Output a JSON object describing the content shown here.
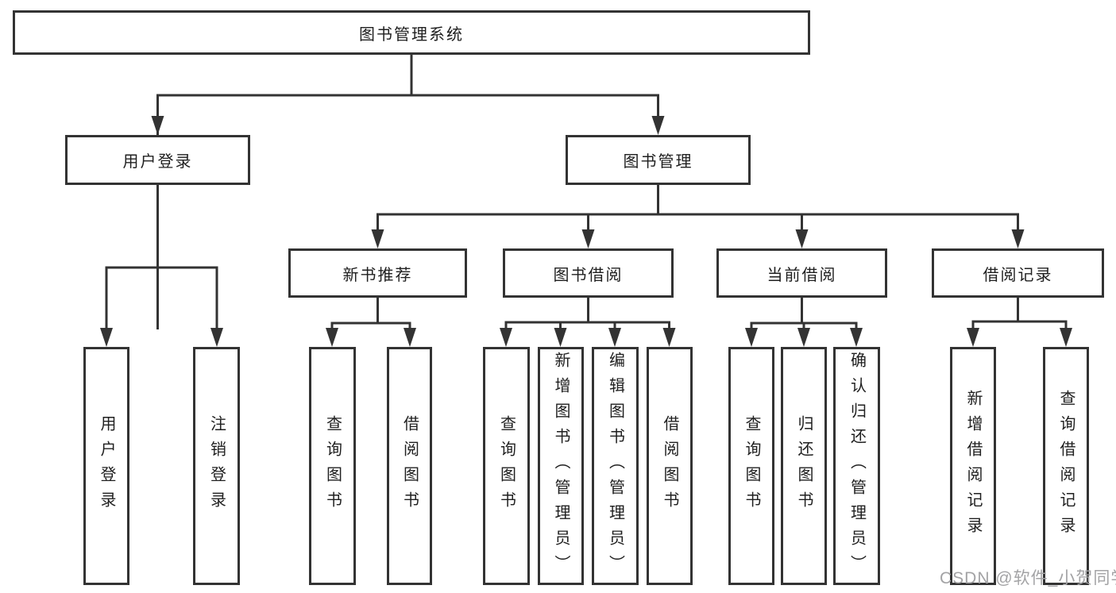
{
  "diagram_title": "图书管理系统",
  "nodes": {
    "root": "图书管理系统",
    "user_login": "用户登录",
    "book_mgmt": "图书管理",
    "new_book_rec": "新书推荐",
    "book_borrow": "图书借阅",
    "current_borrow": "当前借阅",
    "borrow_records": "借阅记录",
    "g1_user_login": "用户登录",
    "g1_logout": "注销登录",
    "g2_query_books": "查询图书",
    "g2_borrow_books": "借阅图书",
    "g3_query_books": "查询图书",
    "g3_add_books": "新增图书（管理员）",
    "g3_edit_books": "编辑图书（管理员）",
    "g3_borrow_books": "借阅图书",
    "g4_query_books": "查询图书",
    "g4_return_books": "归还图书",
    "g4_confirm_return": "确认归还（管理员）",
    "g5_add_record": "新增借阅记录",
    "g5_query_record": "查询借阅记录"
  },
  "hierarchy": {
    "label": "图书管理系统",
    "children": [
      {
        "label": "用户登录",
        "children": [
          {
            "label": "用户登录"
          },
          {
            "label": "注销登录"
          }
        ]
      },
      {
        "label": "图书管理",
        "children": [
          {
            "label": "新书推荐",
            "children": [
              {
                "label": "查询图书"
              },
              {
                "label": "借阅图书"
              }
            ]
          },
          {
            "label": "图书借阅",
            "children": [
              {
                "label": "查询图书"
              },
              {
                "label": "新增图书（管理员）"
              },
              {
                "label": "编辑图书（管理员）"
              },
              {
                "label": "借阅图书"
              }
            ]
          },
          {
            "label": "当前借阅",
            "children": [
              {
                "label": "查询图书"
              },
              {
                "label": "归还图书"
              },
              {
                "label": "确认归还（管理员）"
              }
            ]
          },
          {
            "label": "借阅记录",
            "children": [
              {
                "label": "新增借阅记录"
              },
              {
                "label": "查询借阅记录"
              }
            ]
          }
        ]
      }
    ]
  },
  "watermark": {
    "text": "CSDN @软件_小贺同学",
    "color": "#a3a3a5"
  },
  "colors": {
    "line": "#333333",
    "box_border": "#333333",
    "text": "#1f1f1f",
    "background": "#ffffff"
  }
}
